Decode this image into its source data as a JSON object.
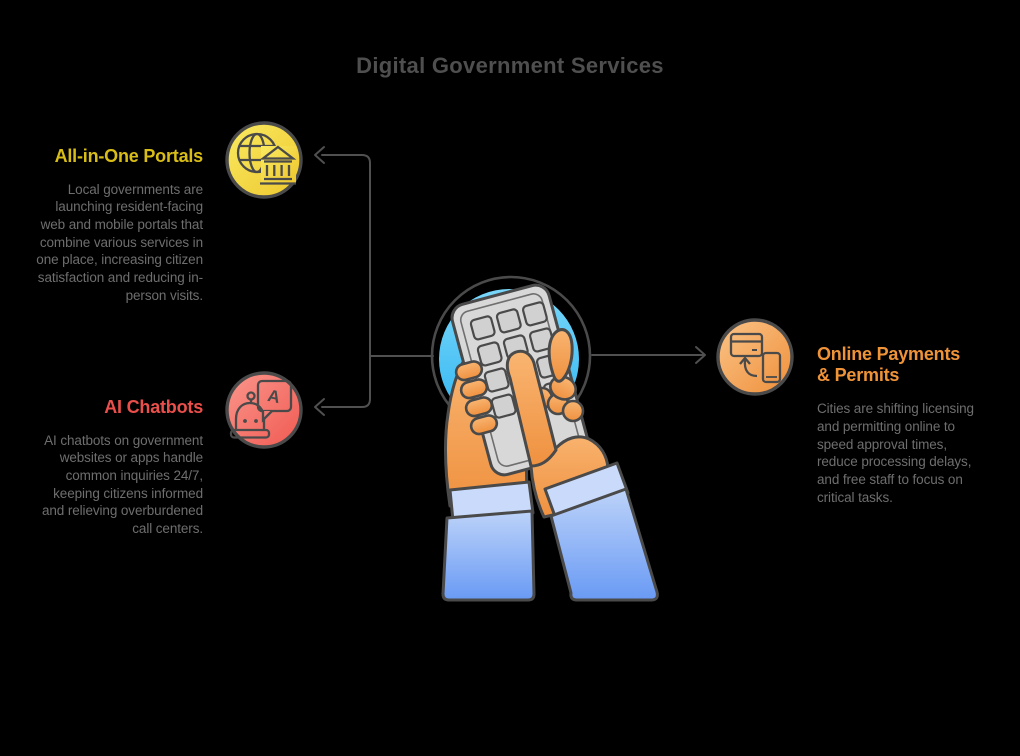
{
  "title": "Digital Government Services",
  "sections": [
    {
      "id": "portals",
      "heading": "All-in-One Portals",
      "body": "Local governments are launching resident-facing web and mobile portals that combine various services in one place, increasing citizen satisfaction and reducing in-person visits.",
      "heading_color": "#d9bd17",
      "icon": "globe-government-portal-icon"
    },
    {
      "id": "chatbots",
      "heading": "AI Chatbots",
      "body": "AI chatbots on government websites or apps handle common inquiries 24/7, keeping citizens informed and relieving overburdened call centers.",
      "heading_color": "#ea4f4b",
      "icon": "ai-chatbot-robot-icon"
    },
    {
      "id": "payments",
      "heading": "Online Payments & Permits",
      "body": "Cities are shifting licensing and permitting online to speed approval times, reduce processing delays, and free staff to focus on critical tasks.",
      "heading_color": "#ef9338",
      "icon": "payment-transfer-icon"
    }
  ],
  "chatbot_icon_letter": "A",
  "center_illustration": "hands-tapping-phone",
  "colors": {
    "background": "#000000",
    "title_text": "#4f4f4f",
    "body_text": "#6e6e6e",
    "connector_line": "#505050",
    "outline": "#4a4a4a",
    "portals_icon_fill": "#f3d83f",
    "chatbots_icon_fill": "#f57d74",
    "payments_icon_fill": "#f5a860",
    "center_circle_fill": "#45c1f5",
    "hand_fill": "#f5a358",
    "sleeve_fill": "#7fa4f5",
    "phone_fill": "#d8d8d8"
  }
}
